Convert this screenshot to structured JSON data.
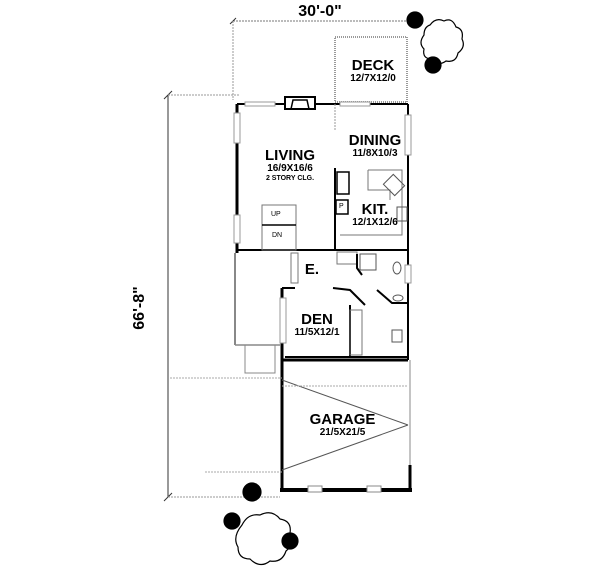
{
  "dimensions": {
    "width": "30'-0\"",
    "depth": "66'-8\""
  },
  "rooms": [
    {
      "id": "deck",
      "name": "DECK",
      "size": "12/7X12/0"
    },
    {
      "id": "dining",
      "name": "DINING",
      "size": "11/8X10/3"
    },
    {
      "id": "living",
      "name": "LIVING",
      "size": "16/9X16/6",
      "note": "2 STORY CLG."
    },
    {
      "id": "kitchen",
      "name": "KIT.",
      "size": "12/1X12/6"
    },
    {
      "id": "entry",
      "name": "E."
    },
    {
      "id": "den",
      "name": "DEN",
      "size": "11/5X12/1"
    },
    {
      "id": "garage",
      "name": "GARAGE",
      "size": "21/5X21/5"
    }
  ],
  "stairs": {
    "up": "UP",
    "down": "DN"
  },
  "pantry": "P",
  "colors": {
    "wall": "#000000",
    "window": "#9a9a9a",
    "dashed": "#8c8c8c",
    "background": "#ffffff"
  }
}
